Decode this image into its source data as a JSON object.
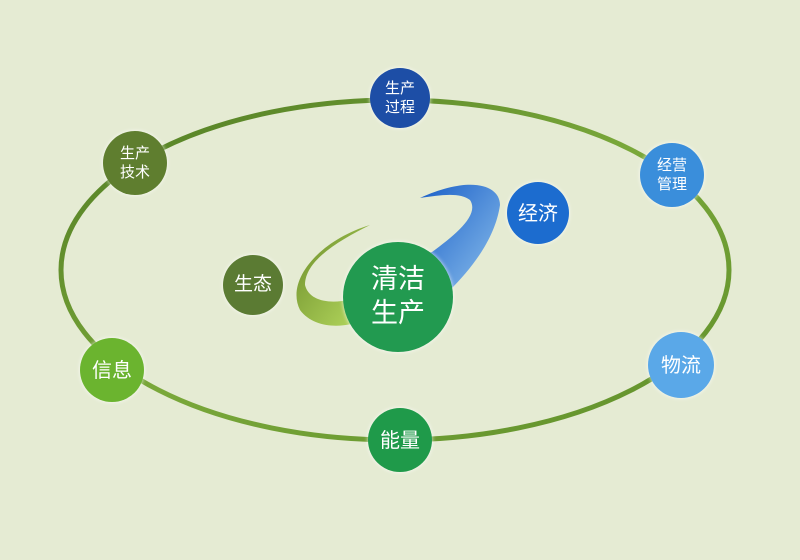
{
  "center": {
    "label": "清洁\n生产",
    "color": "#229a50"
  },
  "inner_nodes": [
    {
      "id": "ecology",
      "label": "生态",
      "color": "#5b7b33"
    },
    {
      "id": "economy",
      "label": "经济",
      "color": "#1c6ccf"
    }
  ],
  "orbit_nodes": [
    {
      "id": "production-process",
      "label": "生产\n过程",
      "color": "#1d4ea6"
    },
    {
      "id": "business-management",
      "label": "经营\n管理",
      "color": "#3a8edb"
    },
    {
      "id": "logistics",
      "label": "物流",
      "color": "#5aa8e8"
    },
    {
      "id": "energy",
      "label": "能量",
      "color": "#1f9a4a"
    },
    {
      "id": "information",
      "label": "信息",
      "color": "#6bb42f"
    },
    {
      "id": "production-technology",
      "label": "生产\n技术",
      "color": "#5f7e2f"
    }
  ]
}
